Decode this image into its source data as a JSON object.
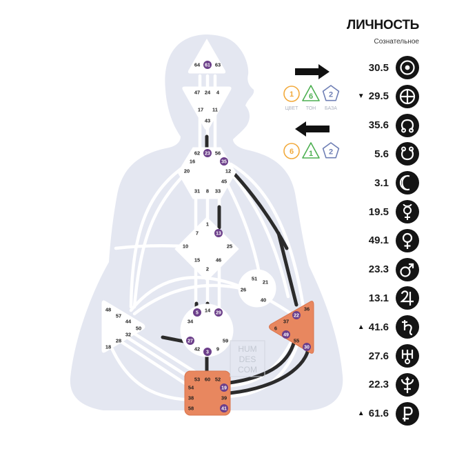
{
  "panel": {
    "title": "ЛИЧНОСТЬ",
    "subtitle": "Сознательное",
    "rows": [
      {
        "arrow": "",
        "value": "30.5",
        "icon": "sun-icon"
      },
      {
        "arrow": "▼",
        "value": "29.5",
        "icon": "earth-icon"
      },
      {
        "arrow": "",
        "value": "35.6",
        "icon": "north-node-icon"
      },
      {
        "arrow": "",
        "value": "5.6",
        "icon": "south-node-icon"
      },
      {
        "arrow": "",
        "value": "3.1",
        "icon": "moon-icon"
      },
      {
        "arrow": "",
        "value": "19.5",
        "icon": "mercury-icon"
      },
      {
        "arrow": "",
        "value": "49.1",
        "icon": "venus-icon"
      },
      {
        "arrow": "",
        "value": "23.3",
        "icon": "mars-icon"
      },
      {
        "arrow": "",
        "value": "13.1",
        "icon": "jupiter-icon"
      },
      {
        "arrow": "▲",
        "value": "41.6",
        "icon": "saturn-icon"
      },
      {
        "arrow": "",
        "value": "27.6",
        "icon": "uranus-icon"
      },
      {
        "arrow": "",
        "value": "22.3",
        "icon": "neptune-icon"
      },
      {
        "arrow": "▲",
        "value": "61.6",
        "icon": "pluto-icon"
      }
    ]
  },
  "variables": {
    "top": {
      "direction": "right",
      "values": [
        "1",
        "6",
        "2"
      ],
      "labels": [
        "ЦВЕТ",
        "ТОН",
        "БАЗА"
      ]
    },
    "bottom": {
      "direction": "left",
      "values": [
        "6",
        "1",
        "2"
      ]
    }
  },
  "watermark": [
    "HUM",
    "DES",
    "COM"
  ],
  "colors": {
    "bodygraph": "#e4e7f1",
    "defined_center": "#e8875f",
    "activation": "#6c3f8a",
    "channel": "#2b2b2b",
    "circle_orange": "#f2a93a",
    "triangle_green": "#4caf50",
    "pentagon_blue": "#6f7fb5"
  },
  "chart_data": {
    "type": "bodygraph",
    "centers": [
      {
        "name": "Head",
        "defined": false,
        "gates": [
          "64",
          "61",
          "63"
        ],
        "activated": [
          "61"
        ]
      },
      {
        "name": "Ajna",
        "defined": false,
        "gates": [
          "47",
          "24",
          "4",
          "17",
          "11",
          "43"
        ],
        "activated": []
      },
      {
        "name": "Throat",
        "defined": false,
        "gates": [
          "62",
          "23",
          "56",
          "16",
          "35",
          "20",
          "12",
          "45",
          "31",
          "8",
          "33"
        ],
        "activated": [
          "23",
          "35"
        ]
      },
      {
        "name": "G",
        "defined": false,
        "gates": [
          "1",
          "13",
          "7",
          "10",
          "25",
          "15",
          "46",
          "2"
        ],
        "activated": [
          "13"
        ]
      },
      {
        "name": "Heart",
        "defined": false,
        "gates": [
          "51",
          "21",
          "26",
          "40"
        ],
        "activated": []
      },
      {
        "name": "Spleen",
        "defined": false,
        "gates": [
          "48",
          "57",
          "44",
          "50",
          "32",
          "28",
          "18"
        ],
        "activated": []
      },
      {
        "name": "Sacral",
        "defined": false,
        "gates": [
          "5",
          "14",
          "29",
          "34",
          "27",
          "59",
          "42",
          "3",
          "9"
        ],
        "activated": [
          "5",
          "29",
          "27",
          "3"
        ]
      },
      {
        "name": "Solar Plexus",
        "defined": true,
        "gates": [
          "36",
          "22",
          "37",
          "6",
          "49",
          "55",
          "30"
        ],
        "activated": [
          "22",
          "49",
          "30"
        ]
      },
      {
        "name": "Root",
        "defined": true,
        "gates": [
          "53",
          "60",
          "52",
          "54",
          "19",
          "38",
          "39",
          "58",
          "41"
        ],
        "activated": [
          "19",
          "41"
        ]
      }
    ],
    "defined_channels": [
      [
        "19",
        "49"
      ],
      [
        "30",
        "41"
      ]
    ]
  }
}
